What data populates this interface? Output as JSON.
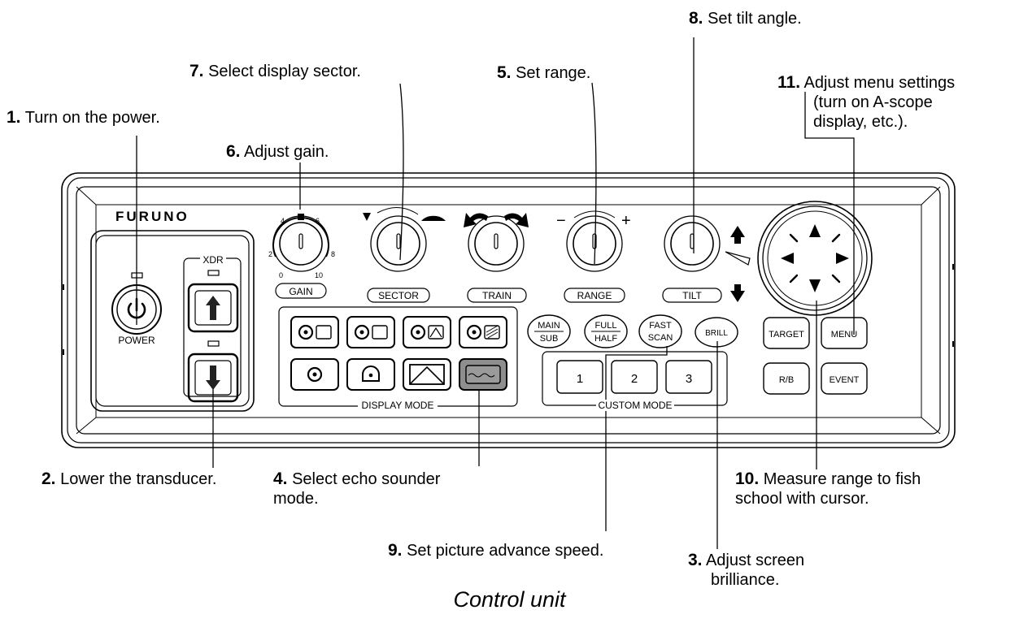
{
  "brand": "FURUNO",
  "annotations": [
    {
      "id": "a1",
      "num": "1.",
      "text": "Turn on the power."
    },
    {
      "id": "a2",
      "num": "2.",
      "text": "Lower the transducer."
    },
    {
      "id": "a3",
      "num": "3.",
      "text": "Adjust screen",
      "text2": "brilliance."
    },
    {
      "id": "a4",
      "num": "4.",
      "text": "Select echo sounder",
      "text2": "mode."
    },
    {
      "id": "a5",
      "num": "5.",
      "text": "Set range."
    },
    {
      "id": "a6",
      "num": "6.",
      "text": "Adjust gain."
    },
    {
      "id": "a7",
      "num": "7.",
      "text": "Select display sector."
    },
    {
      "id": "a8",
      "num": "8.",
      "text": "Set tilt angle."
    },
    {
      "id": "a9",
      "num": "9.",
      "text": "Set picture advance speed."
    },
    {
      "id": "a10",
      "num": "10.",
      "text": "Measure range to fish",
      "text2": "school with cursor."
    },
    {
      "id": "a11",
      "num": "11.",
      "text": "Adjust menu settings",
      "text2": "(turn on A-scope",
      "text3": "display, etc.)."
    }
  ],
  "labels": {
    "power": "POWER",
    "xdr": "XDR",
    "gain": "GAIN",
    "sector": "SECTOR",
    "train": "TRAIN",
    "range": "RANGE",
    "tilt": "TILT",
    "display_mode": "DISPLAY MODE",
    "custom_mode": "CUSTOM MODE",
    "main": "MAIN",
    "sub": "SUB",
    "full": "FULL",
    "half": "HALF",
    "fast": "FAST",
    "scan": "SCAN",
    "brill": "BRILL",
    "target": "TARGET",
    "menu": "MENU",
    "rb": "R/B",
    "event": "EVENT",
    "custom1": "1",
    "custom2": "2",
    "custom3": "3",
    "range_minus": "−",
    "range_plus": "+",
    "gain_scale": [
      "0",
      "2",
      "4",
      "6",
      "8",
      "10"
    ]
  },
  "caption": "Control unit"
}
